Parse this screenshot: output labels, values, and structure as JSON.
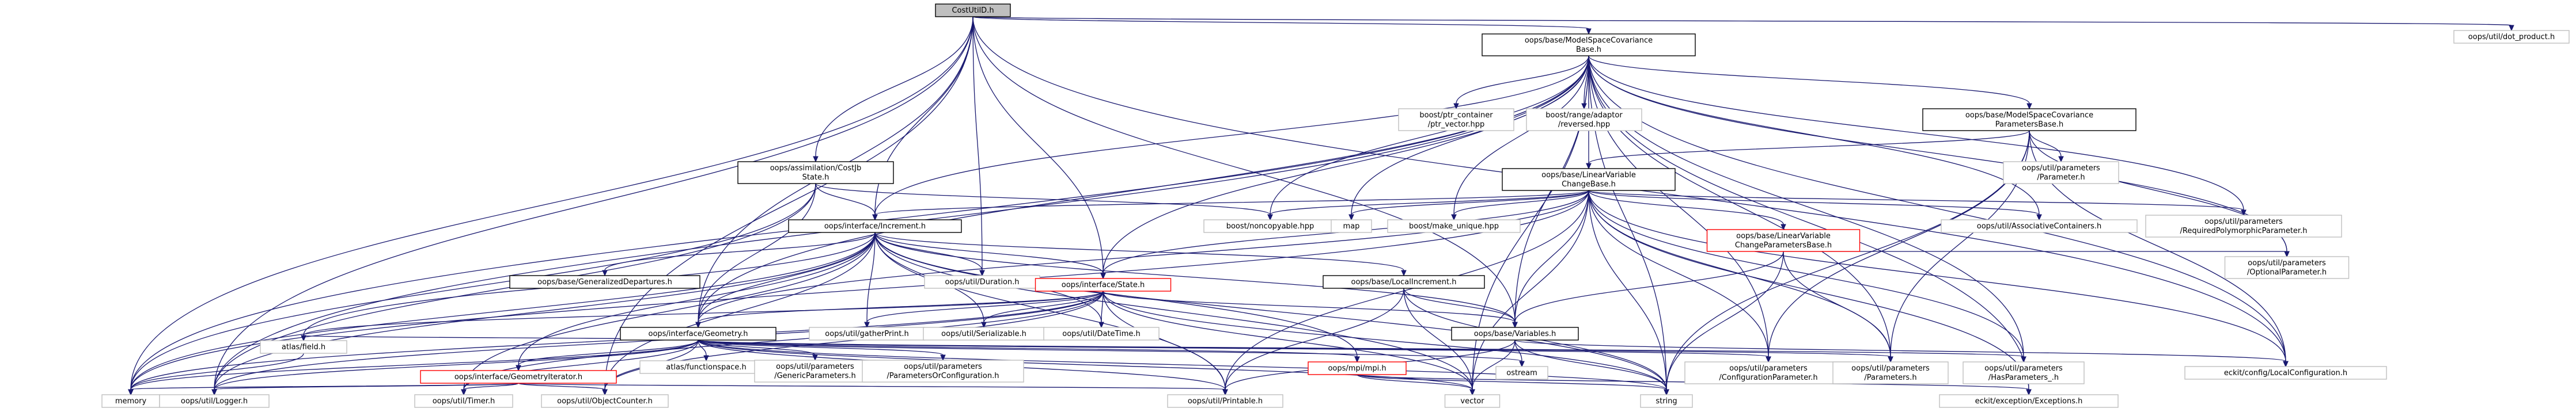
{
  "diagram": {
    "nodes": [
      {
        "id": "costutil",
        "lines": [
          "CostUtilD.h"
        ],
        "style": "root"
      },
      {
        "id": "mscb",
        "lines": [
          "oops/base/ModelSpaceCovariance",
          "Base.h"
        ],
        "style": "normal"
      },
      {
        "id": "dotproduct",
        "lines": [
          "oops/util/dot_product.h"
        ],
        "style": "ext"
      },
      {
        "id": "ptrcontainer",
        "lines": [
          "boost/ptr_container",
          "/ptr_vector.hpp"
        ],
        "style": "ext"
      },
      {
        "id": "rangeadaptor",
        "lines": [
          "boost/range/adaptor",
          "/reversed.hpp"
        ],
        "style": "ext"
      },
      {
        "id": "mscpb",
        "lines": [
          "oops/base/ModelSpaceCovariance",
          "ParametersBase.h"
        ],
        "style": "normal"
      },
      {
        "id": "costjb",
        "lines": [
          "oops/assimilation/CostJb",
          "State.h"
        ],
        "style": "normal"
      },
      {
        "id": "lvcb",
        "lines": [
          "oops/base/LinearVariable",
          "ChangeBase.h"
        ],
        "style": "normal"
      },
      {
        "id": "parameter",
        "lines": [
          "oops/util/parameters",
          "/Parameter.h"
        ],
        "style": "ext"
      },
      {
        "id": "increment",
        "lines": [
          "oops/interface/Increment.h"
        ],
        "style": "normal"
      },
      {
        "id": "noncopyable",
        "lines": [
          "boost/noncopyable.hpp"
        ],
        "style": "ext"
      },
      {
        "id": "map",
        "lines": [
          "map"
        ],
        "style": "ext"
      },
      {
        "id": "makeunique",
        "lines": [
          "boost/make_unique.hpp"
        ],
        "style": "ext"
      },
      {
        "id": "lvcpb",
        "lines": [
          "oops/base/LinearVariable",
          "ChangeParametersBase.h"
        ],
        "style": "red"
      },
      {
        "id": "assoc",
        "lines": [
          "oops/util/AssociativeContainers.h"
        ],
        "style": "ext"
      },
      {
        "id": "reqpoly",
        "lines": [
          "oops/util/parameters",
          "/RequiredPolymorphicParameter.h"
        ],
        "style": "ext"
      },
      {
        "id": "optparam",
        "lines": [
          "oops/util/parameters",
          "/OptionalParameter.h"
        ],
        "style": "ext"
      },
      {
        "id": "gendep",
        "lines": [
          "oops/base/GeneralizedDepartures.h"
        ],
        "style": "normal"
      },
      {
        "id": "duration",
        "lines": [
          "oops/util/Duration.h"
        ],
        "style": "ext"
      },
      {
        "id": "localinc",
        "lines": [
          "oops/base/LocalIncrement.h"
        ],
        "style": "normal"
      },
      {
        "id": "state",
        "lines": [
          "oops/interface/State.h"
        ],
        "style": "red"
      },
      {
        "id": "gatherprint",
        "lines": [
          "oops/util/gatherPrint.h"
        ],
        "style": "ext"
      },
      {
        "id": "serializable",
        "lines": [
          "oops/util/Serializable.h"
        ],
        "style": "ext"
      },
      {
        "id": "datetime",
        "lines": [
          "oops/util/DateTime.h"
        ],
        "style": "ext"
      },
      {
        "id": "variables",
        "lines": [
          "oops/base/Variables.h"
        ],
        "style": "normal"
      },
      {
        "id": "geometry",
        "lines": [
          "oops/interface/Geometry.h"
        ],
        "style": "normal"
      },
      {
        "id": "atlasfield",
        "lines": [
          "atlas/field.h"
        ],
        "style": "ext"
      },
      {
        "id": "atlasfs",
        "lines": [
          "atlas/functionspace.h"
        ],
        "style": "ext"
      },
      {
        "id": "genericparams",
        "lines": [
          "oops/util/parameters",
          "/GenericParameters.h"
        ],
        "style": "ext"
      },
      {
        "id": "paramsorconfig",
        "lines": [
          "oops/util/parameters",
          "/ParametersOrConfiguration.h"
        ],
        "style": "ext"
      },
      {
        "id": "mpi",
        "lines": [
          "oops/mpi/mpi.h"
        ],
        "style": "red"
      },
      {
        "id": "ostream",
        "lines": [
          "ostream"
        ],
        "style": "ext"
      },
      {
        "id": "configparam",
        "lines": [
          "oops/util/parameters",
          "/ConfigurationParameter.h"
        ],
        "style": "ext"
      },
      {
        "id": "parametersh",
        "lines": [
          "oops/util/parameters",
          "/Parameters.h"
        ],
        "style": "ext"
      },
      {
        "id": "hasparams",
        "lines": [
          "oops/util/parameters",
          "/HasParameters_.h"
        ],
        "style": "ext"
      },
      {
        "id": "localconfig",
        "lines": [
          "eckit/config/LocalConfiguration.h"
        ],
        "style": "ext"
      },
      {
        "id": "geoiter",
        "lines": [
          "oops/interface/GeometryIterator.h"
        ],
        "style": "red"
      },
      {
        "id": "memory",
        "lines": [
          "memory"
        ],
        "style": "ext"
      },
      {
        "id": "logger",
        "lines": [
          "oops/util/Logger.h"
        ],
        "style": "ext"
      },
      {
        "id": "timer",
        "lines": [
          "oops/util/Timer.h"
        ],
        "style": "ext"
      },
      {
        "id": "objcounter",
        "lines": [
          "oops/util/ObjectCounter.h"
        ],
        "style": "ext"
      },
      {
        "id": "printable",
        "lines": [
          "oops/util/Printable.h"
        ],
        "style": "ext"
      },
      {
        "id": "vector",
        "lines": [
          "vector"
        ],
        "style": "ext"
      },
      {
        "id": "string",
        "lines": [
          "string"
        ],
        "style": "ext"
      },
      {
        "id": "exceptions",
        "lines": [
          "eckit/exception/Exceptions.h"
        ],
        "style": "ext"
      }
    ],
    "edges": [
      [
        "costutil",
        "mscb"
      ],
      [
        "costutil",
        "dotproduct"
      ],
      [
        "costutil",
        "costjb"
      ],
      [
        "costutil",
        "increment"
      ],
      [
        "costutil",
        "state"
      ],
      [
        "costutil",
        "geometry"
      ],
      [
        "costutil",
        "duration"
      ],
      [
        "costutil",
        "variables"
      ],
      [
        "costutil",
        "localconfig"
      ],
      [
        "costutil",
        "memory"
      ],
      [
        "costutil",
        "logger"
      ],
      [
        "costutil",
        "objcounter"
      ],
      [
        "mscb",
        "ptrcontainer"
      ],
      [
        "mscb",
        "rangeadaptor"
      ],
      [
        "mscb",
        "mscpb"
      ],
      [
        "mscb",
        "lvcb"
      ],
      [
        "mscb",
        "increment"
      ],
      [
        "mscb",
        "state"
      ],
      [
        "mscb",
        "geometry"
      ],
      [
        "mscb",
        "noncopyable"
      ],
      [
        "mscb",
        "map"
      ],
      [
        "mscb",
        "makeunique"
      ],
      [
        "mscb",
        "assoc"
      ],
      [
        "mscb",
        "reqpoly"
      ],
      [
        "mscb",
        "optparam"
      ],
      [
        "mscb",
        "variables"
      ],
      [
        "mscb",
        "configparam"
      ],
      [
        "mscb",
        "parametersh"
      ],
      [
        "mscb",
        "hasparams"
      ],
      [
        "mscb",
        "localconfig"
      ],
      [
        "mscb",
        "memory"
      ],
      [
        "mscb",
        "logger"
      ],
      [
        "mscb",
        "vector"
      ],
      [
        "mscb",
        "string"
      ],
      [
        "mscb",
        "exceptions"
      ],
      [
        "mscpb",
        "lvcb"
      ],
      [
        "mscpb",
        "parameter"
      ],
      [
        "mscpb",
        "optparam"
      ],
      [
        "mscpb",
        "configparam"
      ],
      [
        "mscpb",
        "parametersh"
      ],
      [
        "mscpb",
        "localconfig"
      ],
      [
        "mscpb",
        "string"
      ],
      [
        "costjb",
        "increment"
      ],
      [
        "costjb",
        "geometry"
      ],
      [
        "costjb",
        "noncopyable"
      ],
      [
        "costjb",
        "memory"
      ],
      [
        "costjb",
        "logger"
      ],
      [
        "lvcb",
        "increment"
      ],
      [
        "lvcb",
        "state"
      ],
      [
        "lvcb",
        "geometry"
      ],
      [
        "lvcb",
        "noncopyable"
      ],
      [
        "lvcb",
        "map"
      ],
      [
        "lvcb",
        "makeunique"
      ],
      [
        "lvcb",
        "lvcpb"
      ],
      [
        "lvcb",
        "assoc"
      ],
      [
        "lvcb",
        "reqpoly"
      ],
      [
        "lvcb",
        "variables"
      ],
      [
        "lvcb",
        "configparam"
      ],
      [
        "lvcb",
        "parametersh"
      ],
      [
        "lvcb",
        "hasparams"
      ],
      [
        "lvcb",
        "localconfig"
      ],
      [
        "lvcb",
        "memory"
      ],
      [
        "lvcb",
        "printable"
      ],
      [
        "lvcb",
        "vector"
      ],
      [
        "lvcb",
        "string"
      ],
      [
        "lvcb",
        "exceptions"
      ],
      [
        "lvcpb",
        "optparam"
      ],
      [
        "lvcpb",
        "variables"
      ],
      [
        "lvcpb",
        "parametersh"
      ],
      [
        "lvcpb",
        "string"
      ],
      [
        "increment",
        "gendep"
      ],
      [
        "increment",
        "duration"
      ],
      [
        "increment",
        "localinc"
      ],
      [
        "increment",
        "state"
      ],
      [
        "increment",
        "gatherprint"
      ],
      [
        "increment",
        "serializable"
      ],
      [
        "increment",
        "datetime"
      ],
      [
        "increment",
        "variables"
      ],
      [
        "increment",
        "geometry"
      ],
      [
        "increment",
        "atlasfield"
      ],
      [
        "increment",
        "geoiter"
      ],
      [
        "increment",
        "memory"
      ],
      [
        "increment",
        "logger"
      ],
      [
        "increment",
        "timer"
      ],
      [
        "increment",
        "objcounter"
      ],
      [
        "increment",
        "printable"
      ],
      [
        "increment",
        "vector"
      ],
      [
        "increment",
        "string"
      ],
      [
        "increment",
        "mpi"
      ],
      [
        "localinc",
        "variables"
      ],
      [
        "localinc",
        "printable"
      ],
      [
        "localinc",
        "vector"
      ],
      [
        "localinc",
        "string"
      ],
      [
        "state",
        "geometry"
      ],
      [
        "state",
        "gatherprint"
      ],
      [
        "state",
        "serializable"
      ],
      [
        "state",
        "datetime"
      ],
      [
        "state",
        "variables"
      ],
      [
        "state",
        "atlasfield"
      ],
      [
        "state",
        "memory"
      ],
      [
        "state",
        "logger"
      ],
      [
        "state",
        "timer"
      ],
      [
        "state",
        "objcounter"
      ],
      [
        "state",
        "printable"
      ],
      [
        "state",
        "vector"
      ],
      [
        "state",
        "string"
      ],
      [
        "variables",
        "ostream"
      ],
      [
        "variables",
        "localconfig"
      ],
      [
        "variables",
        "printable"
      ],
      [
        "variables",
        "vector"
      ],
      [
        "variables",
        "string"
      ],
      [
        "geometry",
        "atlasfield"
      ],
      [
        "geometry",
        "atlasfs"
      ],
      [
        "geometry",
        "genericparams"
      ],
      [
        "geometry",
        "paramsorconfig"
      ],
      [
        "geometry",
        "mpi"
      ],
      [
        "geometry",
        "ostream"
      ],
      [
        "geometry",
        "configparam"
      ],
      [
        "geometry",
        "parametersh"
      ],
      [
        "geometry",
        "hasparams"
      ],
      [
        "geometry",
        "geoiter"
      ],
      [
        "geometry",
        "memory"
      ],
      [
        "geometry",
        "logger"
      ],
      [
        "geometry",
        "timer"
      ],
      [
        "geometry",
        "objcounter"
      ],
      [
        "geometry",
        "printable"
      ],
      [
        "geometry",
        "vector"
      ],
      [
        "geometry",
        "string"
      ],
      [
        "geoiter",
        "memory"
      ],
      [
        "geoiter",
        "logger"
      ],
      [
        "geoiter",
        "timer"
      ],
      [
        "geoiter",
        "objcounter"
      ],
      [
        "geoiter",
        "printable"
      ],
      [
        "mpi",
        "vector"
      ],
      [
        "mpi",
        "string"
      ],
      [
        "mpi",
        "exceptions"
      ],
      [
        "atlasfield",
        "memory"
      ]
    ]
  }
}
